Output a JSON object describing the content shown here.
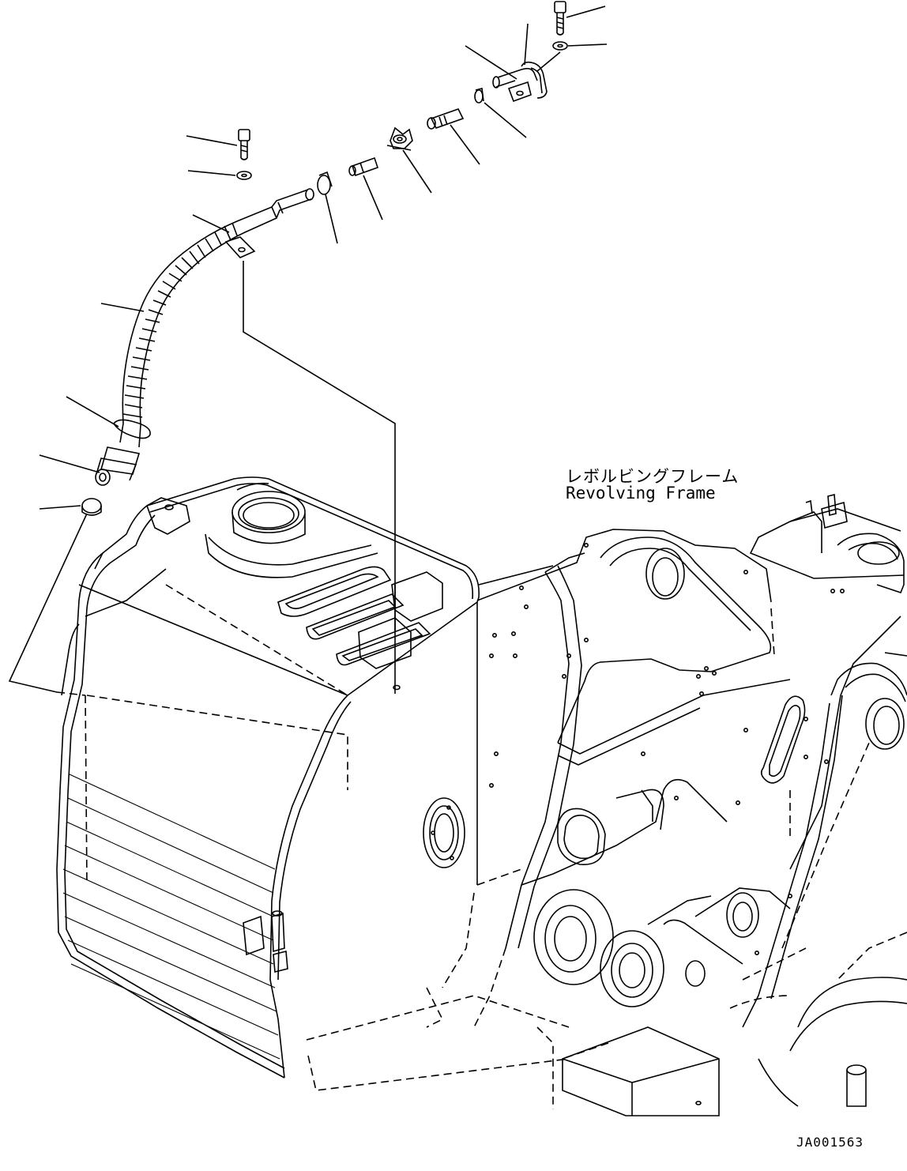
{
  "labels": {
    "frame_jp": "レボルビングフレーム",
    "frame_en": "Revolving Frame",
    "drawing_code": "JA001563"
  },
  "icons": [
    "bolt-icon",
    "washer-icon",
    "hose-clamp-icon",
    "elbow-fitting-icon",
    "nipple-fitting-icon",
    "wing-nut-icon",
    "breather-hose-icon",
    "fuel-tank-icon",
    "revolving-frame-icon"
  ]
}
